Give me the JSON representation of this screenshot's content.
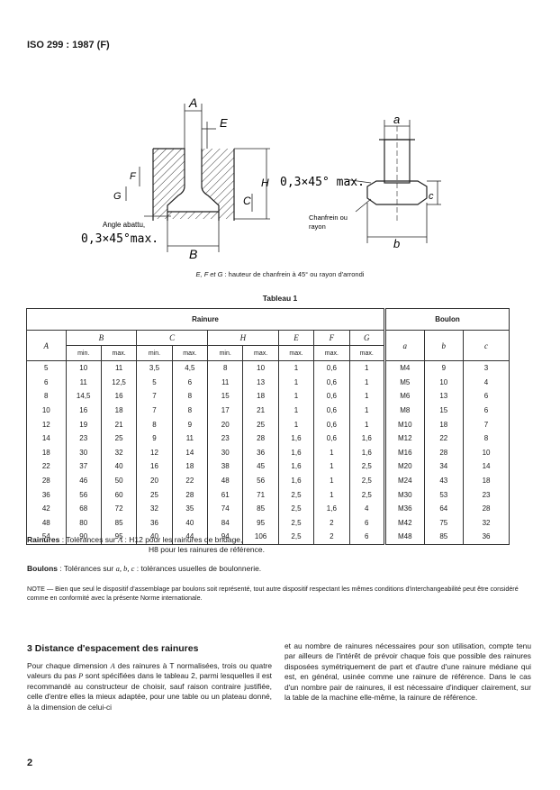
{
  "header": {
    "standard": "ISO 299 : 1987 (F)"
  },
  "figure": {
    "labels": {
      "A": "A",
      "E": "E",
      "F": "F",
      "G": "G",
      "H": "H",
      "C": "C",
      "B": "B",
      "angle_label": "Angle abattu,",
      "angle_value": "0,3×45°max.",
      "chamfer_value": "0,3×45° max.",
      "chamfer_label_1": "Chanfrein ou",
      "chamfer_label_2": "rayon",
      "a": "a",
      "b": "b",
      "c": "c"
    }
  },
  "caption": {
    "letters": "E, F et G",
    "text": " :  hauteur de chanfrein à 45° ou rayon d'arrondi"
  },
  "table": {
    "title": "Tableau 1",
    "group_rainure": "Rainure",
    "group_boulon": "Boulon",
    "letters": [
      "A",
      "B",
      "C",
      "H",
      "E",
      "F",
      "G",
      "a",
      "b",
      "c"
    ],
    "min_label": "min.",
    "max_label": "max.",
    "rows": [
      [
        "5",
        "10",
        "11",
        "3,5",
        "4,5",
        "8",
        "10",
        "1",
        "0,6",
        "1",
        "M4",
        "9",
        "3"
      ],
      [
        "6",
        "11",
        "12,5",
        "5",
        "6",
        "11",
        "13",
        "1",
        "0,6",
        "1",
        "M5",
        "10",
        "4"
      ],
      [
        "8",
        "14,5",
        "16",
        "7",
        "8",
        "15",
        "18",
        "1",
        "0,6",
        "1",
        "M6",
        "13",
        "6"
      ],
      [
        "10",
        "16",
        "18",
        "7",
        "8",
        "17",
        "21",
        "1",
        "0,6",
        "1",
        "M8",
        "15",
        "6"
      ],
      [
        "12",
        "19",
        "21",
        "8",
        "9",
        "20",
        "25",
        "1",
        "0,6",
        "1",
        "M10",
        "18",
        "7"
      ],
      [
        "14",
        "23",
        "25",
        "9",
        "11",
        "23",
        "28",
        "1,6",
        "0,6",
        "1,6",
        "M12",
        "22",
        "8"
      ],
      [
        "18",
        "30",
        "32",
        "12",
        "14",
        "30",
        "36",
        "1,6",
        "1",
        "1,6",
        "M16",
        "28",
        "10"
      ],
      [
        "22",
        "37",
        "40",
        "16",
        "18",
        "38",
        "45",
        "1,6",
        "1",
        "2,5",
        "M20",
        "34",
        "14"
      ],
      [
        "28",
        "46",
        "50",
        "20",
        "22",
        "48",
        "56",
        "1,6",
        "1",
        "2,5",
        "M24",
        "43",
        "18"
      ],
      [
        "36",
        "56",
        "60",
        "25",
        "28",
        "61",
        "71",
        "2,5",
        "1",
        "2,5",
        "M30",
        "53",
        "23"
      ],
      [
        "42",
        "68",
        "72",
        "32",
        "35",
        "74",
        "85",
        "2,5",
        "1,6",
        "4",
        "M36",
        "64",
        "28"
      ],
      [
        "48",
        "80",
        "85",
        "36",
        "40",
        "84",
        "95",
        "2,5",
        "2",
        "6",
        "M42",
        "75",
        "32"
      ],
      [
        "54",
        "90",
        "95",
        "40",
        "44",
        "94",
        "106",
        "2,5",
        "2",
        "6",
        "M48",
        "85",
        "36"
      ]
    ]
  },
  "notes": {
    "rainures_label": "Rainures",
    "rainures_text": " :  Tolérances sur ",
    "rainures_A": "A",
    "rainures_text2": " :  H12 pour les rainures de bridage,",
    "rainures_line2": "H8  pour les rainures de référence.",
    "boulons_label": "Boulons",
    "boulons_text": " :  Tolérances sur ",
    "boulons_abc": "a, b, c",
    "boulons_text2": " :  tolérances usuelles de boulonnerie.",
    "note": "NOTE — Bien que seul le dispositif d'assemblage par boulons soit représenté, tout autre dispositif respectant les mêmes conditions d'interchangeabilité peut être considéré comme en conformité avec la présente Norme internationale."
  },
  "section": {
    "title": "3   Distance d'espacement des rainures",
    "left_p1": "Pour chaque dimension ",
    "left_A": "A",
    "left_p2": " des rainures à T normalisées, trois ou quatre valeurs du pas ",
    "left_P": "P",
    "left_p3": " sont spécifiées dans le tableau 2, parmi lesquelles il est recommandé au constructeur de choisir, sauf raison contraire justifiée, celle d'entre elles la mieux adaptée, pour une table ou un plateau donné, à la dimension de celui-ci",
    "right_text": "et au nombre de rainures nécessaires pour son utilisation, compte tenu par ailleurs de l'intérêt de prévoir chaque fois que possible des rainures disposées symétriquement de part et d'autre d'une rainure médiane qui est, en général, usinée comme une rainure de référence. Dans le cas d'un nombre pair de rainures, il est nécessaire d'indiquer clairement, sur la table de la machine elle-même, la rainure de référence."
  },
  "page_number": "2"
}
